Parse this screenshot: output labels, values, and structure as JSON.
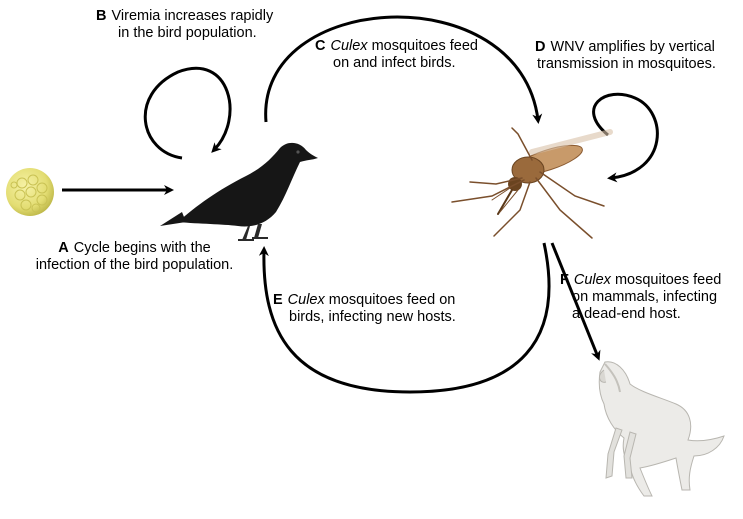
{
  "steps": {
    "a": {
      "letter": "A",
      "line1": "Cycle begins with the",
      "line2": "infection of the bird population."
    },
    "b": {
      "letter": "B",
      "line1": "Viremia increases rapidly",
      "line2": "in the bird population."
    },
    "c": {
      "letter": "C",
      "italic": "Culex",
      "line1_rest": " mosquitoes feed",
      "line2": "on and infect birds."
    },
    "d": {
      "letter": "D",
      "line1": "WNV amplifies by vertical",
      "line2": "transmission in mosquitoes."
    },
    "e": {
      "letter": "E",
      "italic": "Culex",
      "line1_rest": " mosquitoes feed on",
      "line2": "birds, infecting new hosts."
    },
    "f": {
      "letter": "F",
      "italic": "Culex",
      "line1_rest": " mosquitoes feed",
      "line2": "on mammals, infecting",
      "line3": "a dead-end host."
    }
  },
  "icons": [
    "virus-particle-icon",
    "crow-icon",
    "mosquito-icon",
    "horse-icon"
  ],
  "colors": {
    "arrow": "#000000",
    "virus": "#e3dd72",
    "crow": "#161616",
    "mosquito": "#9a6a3c",
    "horse": "#ecebe8"
  }
}
